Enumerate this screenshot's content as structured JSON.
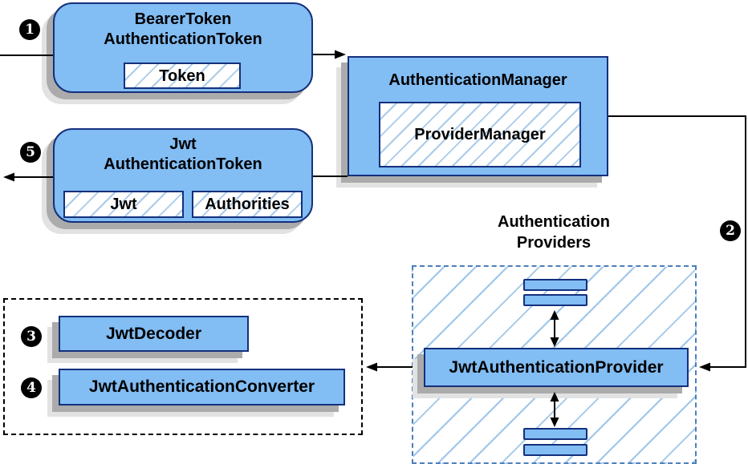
{
  "nodes": {
    "bearer_token": {
      "line1": "BearerToken",
      "line2": "AuthenticationToken",
      "field": "Token"
    },
    "authentication_manager": {
      "title": "AuthenticationManager",
      "field": "ProviderManager"
    },
    "jwt_authentication_token": {
      "line1": "Jwt",
      "line2": "AuthenticationToken",
      "field_jwt": "Jwt",
      "field_authorities": "Authorities"
    },
    "authentication_providers": {
      "line1": "Authentication",
      "line2": "Providers"
    },
    "jwt_authentication_provider": {
      "title": "JwtAuthenticationProvider"
    },
    "jwt_decoder": {
      "title": "JwtDecoder"
    },
    "jwt_authentication_converter": {
      "title": "JwtAuthenticationConverter"
    }
  },
  "badges": {
    "step1": "1",
    "step2": "2",
    "step3": "3",
    "step4": "4",
    "step5": "5"
  },
  "colors": {
    "node_fill": "#82BDF4",
    "node_border": "#14307C",
    "hatch_line": "#A9CBEA",
    "group_hatch_line": "#9EC6EA",
    "group_dashed_border": "#4B7EBE",
    "helper_dashed_border": "#000000",
    "shadow_dark": "#ABABAB",
    "shadow_light": "#E2E2E2",
    "arrow": "#000000",
    "badge_bg": "#000000",
    "badge_text": "#FFFFFF"
  }
}
